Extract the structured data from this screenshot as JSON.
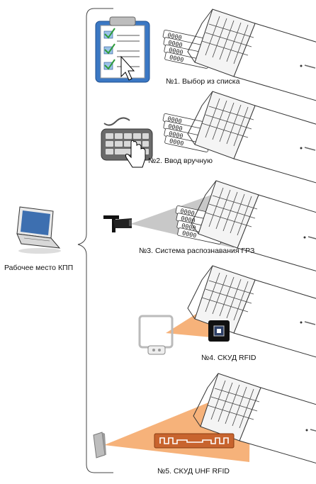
{
  "workstation": {
    "label": "Рабочее место КПП",
    "icon": "laptop-icon"
  },
  "methods": [
    {
      "label": "№1. Выбор из списка",
      "icon": "checklist-clipboard-icon"
    },
    {
      "label": "№2. Ввод вручную",
      "icon": "keyboard-hand-icon"
    },
    {
      "label": "№3. Система распознавания ГРЗ",
      "icon": "cctv-camera-icon"
    },
    {
      "label": "№4. СКУД RFID",
      "icon": "rfid-antenna-icon"
    },
    {
      "label": "№5. СКУД UHF RFID",
      "icon": "uhf-reader-icon"
    }
  ],
  "plate_text": "0000",
  "colors": {
    "beam_gray": "#c8c8c8",
    "beam_orange": "#f6b27a",
    "tag_orange": "#c8642e",
    "clipboard_blue": "#3b78c4"
  }
}
